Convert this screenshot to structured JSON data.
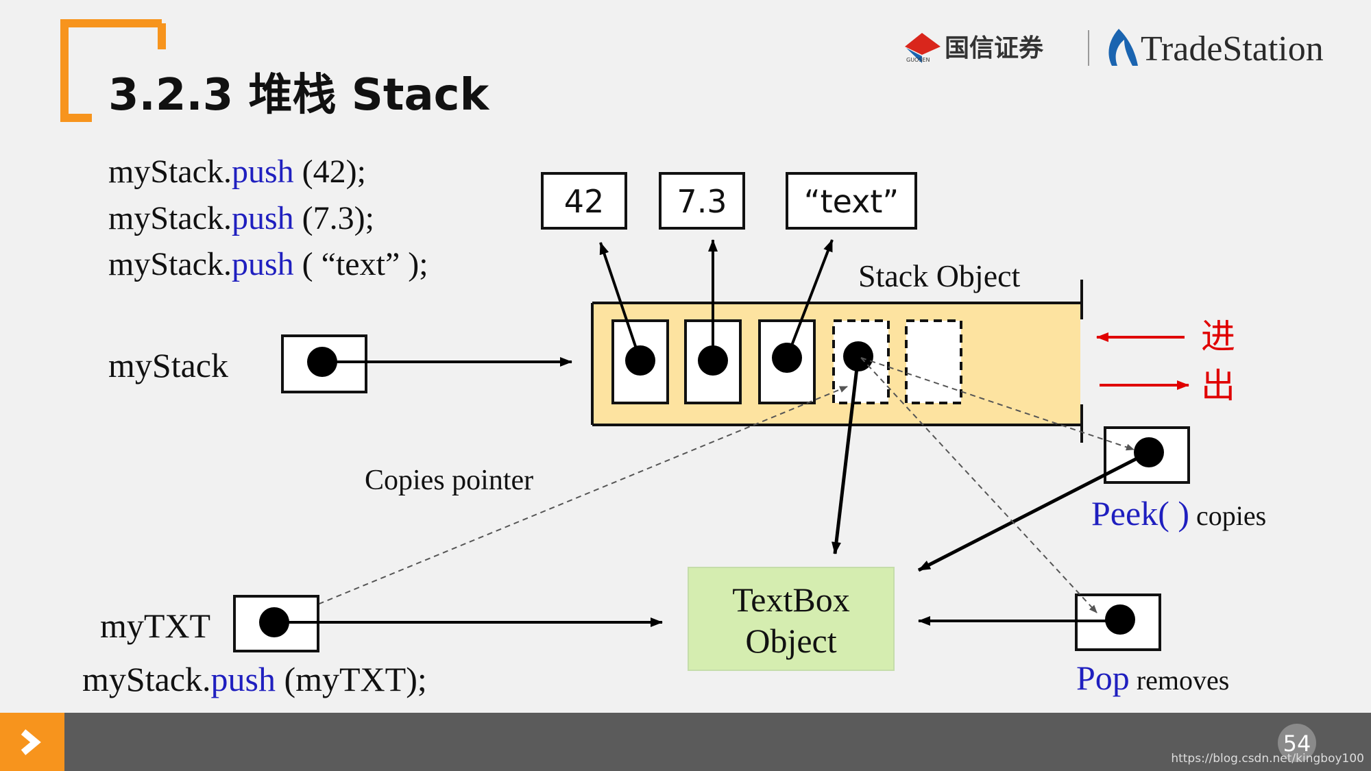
{
  "title": "3.2.3 堆栈 Stack",
  "logos": {
    "guosen": "国信证券",
    "guosen_small": "GUOSEN",
    "tradestation": "TradeStation"
  },
  "code_lines": [
    {
      "obj": "myStack.",
      "method": "push",
      "args": " (42);"
    },
    {
      "obj": "myStack.",
      "method": "push",
      "args": " (7.3);"
    },
    {
      "obj": "myStack.",
      "method": "push",
      "args": " ( “text” );"
    }
  ],
  "value_boxes": [
    "42",
    "7.3",
    "“text”"
  ],
  "labels": {
    "stack_object": "Stack Object",
    "mystack": "myStack",
    "copies_pointer": "Copies pointer",
    "mytxt": "myTXT",
    "textbox_line1": "TextBox",
    "textbox_line2": "Object",
    "push_in": "进",
    "pop_out": "出",
    "peek_method": "Peek( )",
    "peek_desc": " copies",
    "pop_method": "Pop",
    "pop_desc": " removes"
  },
  "bottom_code": {
    "obj": "myStack.",
    "method": "push",
    "args": " (myTXT);"
  },
  "page_number": "54",
  "watermark": "https://blog.csdn.net/kingboy100",
  "colors": {
    "accent_orange": "#f7941d",
    "method_blue": "#1f1fbf",
    "arrow_red": "#e00000",
    "stack_fill": "#fde3a0",
    "textbox_fill": "#d5edb0",
    "footer_gray": "#5b5b5b"
  }
}
